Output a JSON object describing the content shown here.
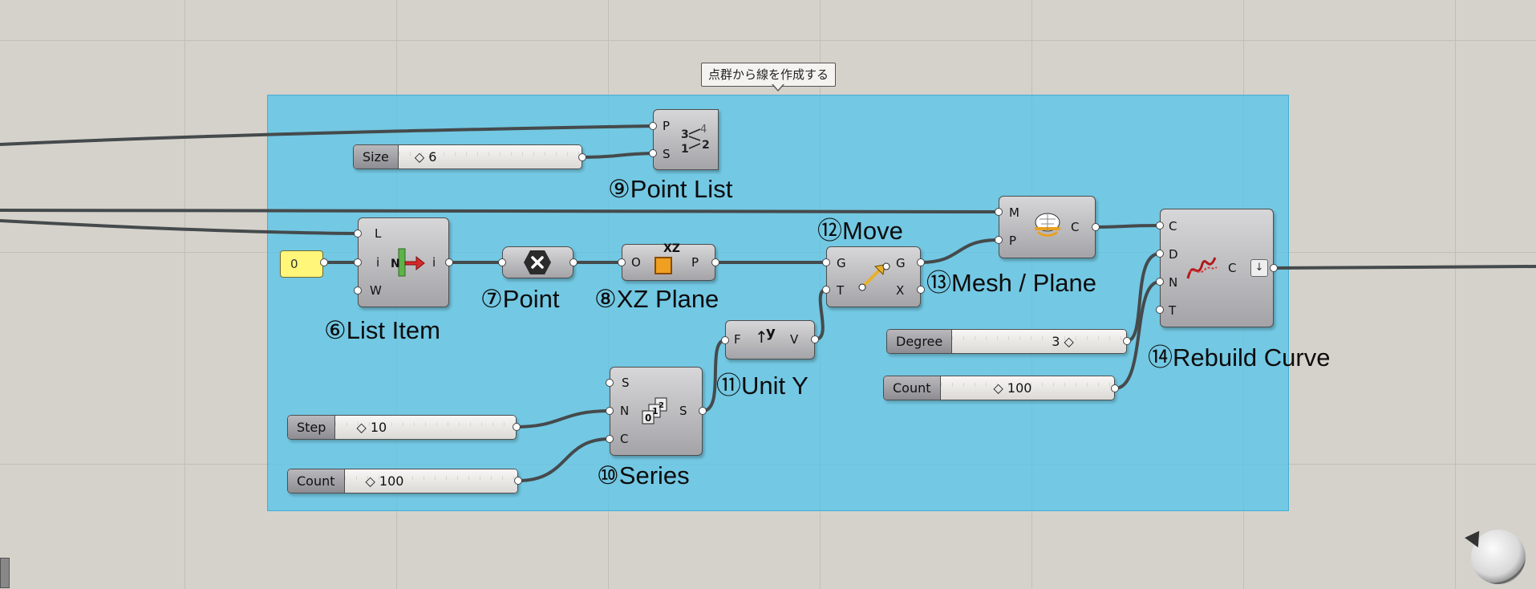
{
  "group": {
    "title": "点群から線を作成する",
    "color": "#52c4eb"
  },
  "components": {
    "point_list": {
      "label": "⑨Point List",
      "inputs": [
        "P",
        "S"
      ],
      "outputs": [],
      "icon": "point-list-icon"
    },
    "list_item": {
      "label": "⑥List Item",
      "inputs": [
        "L",
        "i",
        "W"
      ],
      "outputs": [
        "i"
      ],
      "icon": "list-item-icon"
    },
    "point": {
      "label": "⑦Point",
      "inputs": [],
      "outputs": [],
      "icon": "point-param-icon"
    },
    "xz_plane": {
      "label": "⑧XZ Plane",
      "inputs": [
        "O"
      ],
      "outputs": [
        "P"
      ],
      "icon": "xz-plane-icon",
      "icon_text": "XZ"
    },
    "move": {
      "label": "⑫Move",
      "inputs": [
        "G",
        "T"
      ],
      "outputs": [
        "G",
        "X"
      ],
      "icon": "move-arrow-icon"
    },
    "mesh_plane": {
      "label": "⑬Mesh / Plane",
      "inputs": [
        "M",
        "P"
      ],
      "outputs": [
        "C"
      ],
      "icon": "mesh-plane-icon"
    },
    "unit_y": {
      "label": "⑪Unit Y",
      "inputs": [
        "F"
      ],
      "outputs": [
        "V"
      ],
      "icon": "unit-y-icon",
      "icon_text": "y"
    },
    "series": {
      "label": "⑩Series",
      "inputs": [
        "S",
        "N",
        "C"
      ],
      "outputs": [
        "S"
      ],
      "icon": "series-icon"
    },
    "rebuild_curve": {
      "label": "⑭Rebuild Curve",
      "inputs": [
        "C",
        "D",
        "N",
        "T"
      ],
      "outputs": [
        "C"
      ],
      "icon": "rebuild-curve-icon"
    }
  },
  "sliders": {
    "size": {
      "name": "Size",
      "value": "6"
    },
    "step": {
      "name": "Step",
      "value": "10"
    },
    "series_count": {
      "name": "Count",
      "value": "100"
    },
    "degree": {
      "name": "Degree",
      "value": "3"
    },
    "rebuild_count": {
      "name": "Count",
      "value": "100"
    }
  },
  "panel": {
    "value": "0"
  },
  "icons": {
    "slider_marker": "◇"
  }
}
